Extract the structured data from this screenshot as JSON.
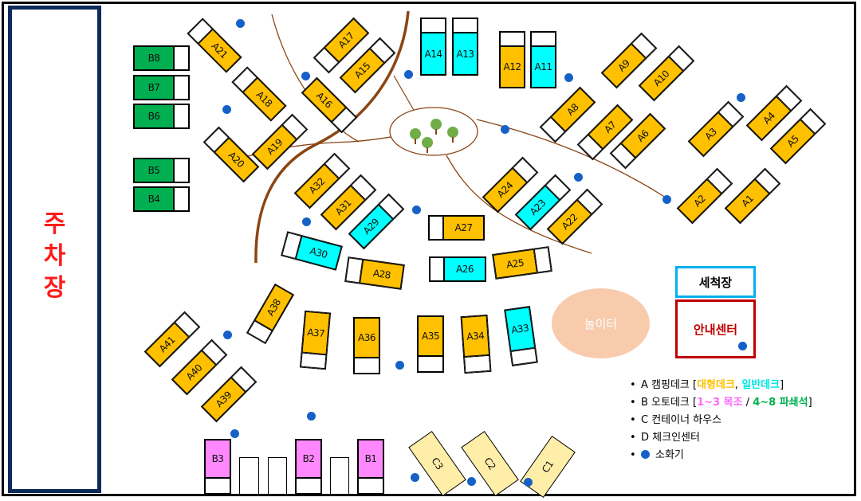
{
  "parking": {
    "label": "주\n차\n장"
  },
  "facilities": {
    "shower": "세척장",
    "info": "안내센터",
    "playground": "놀이터"
  },
  "sites": {
    "A21": "A21",
    "A18": "A18",
    "A17": "A17",
    "A15": "A15",
    "A16": "A16",
    "A14": "A14",
    "A13": "A13",
    "A12": "A12",
    "A11": "A11",
    "A9": "A9",
    "A10": "A10",
    "A8": "A8",
    "A7": "A7",
    "A6": "A6",
    "A3": "A3",
    "A4": "A4",
    "A5": "A5",
    "A2": "A2",
    "A1": "A1",
    "A19": "A19",
    "A20": "A20",
    "A32": "A32",
    "A31": "A31",
    "A29": "A29",
    "A24": "A24",
    "A23": "A23",
    "A22": "A22",
    "A27": "A27",
    "A26": "A26",
    "A25": "A25",
    "A30": "A30",
    "A28": "A28",
    "A38": "A38",
    "A37": "A37",
    "A36": "A36",
    "A35": "A35",
    "A34": "A34",
    "A33": "A33",
    "A41": "A41",
    "A40": "A40",
    "A39": "A39",
    "B8": "B8",
    "B7": "B7",
    "B6": "B6",
    "B5": "B5",
    "B4": "B4",
    "B3": "B3",
    "B2": "B2",
    "B1": "B1",
    "C1": "C1",
    "C2": "C2",
    "C3": "C3"
  },
  "legend": {
    "a_prefix": "A 캠핑데크 [",
    "a_large": "대형데크",
    "a_sep": ", ",
    "a_normal": "일반데크",
    "a_suffix": "]",
    "b_prefix": "B 오토데크 [",
    "b_wood": "1~3 목조",
    "b_sep": " / ",
    "b_stone": "4~8 파쇄석",
    "b_suffix": "]",
    "c_line": "C 컨테이너 하우스",
    "d_line": "D 체크인센터",
    "e_line": "소화기",
    "bullet": "•"
  },
  "colors": {
    "large_deck": "#ffc000",
    "normal_deck": "#00ffff",
    "wood_auto": "#ff88ff",
    "gravel_auto": "#00b050",
    "container": "#ffeea8",
    "path": "#8b4513",
    "extinguisher": "#1561c8",
    "info_border": "#c00000",
    "shower_border": "#00b0f0",
    "parking_border": "#0e2a5b"
  }
}
